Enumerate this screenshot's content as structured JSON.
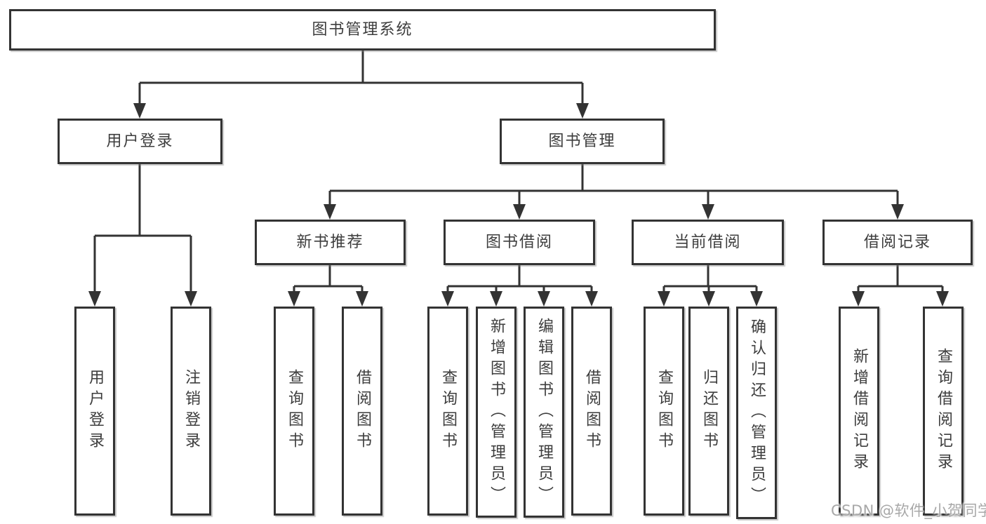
{
  "diagram": {
    "watermark": "CSDN @软件_小贺同学",
    "colors": {
      "line": "#333333",
      "box_border": "#333333",
      "box_background": "#ffffff",
      "text": "#3d3d3d",
      "watermark_text": "#a8a8a8"
    },
    "tree": {
      "label": "图书管理系统",
      "children": [
        {
          "label": "用户登录",
          "children": [
            {
              "label": "用户登录"
            },
            {
              "label": "注销登录"
            }
          ]
        },
        {
          "label": "图书管理",
          "children": [
            {
              "label": "新书推荐",
              "children": [
                {
                  "label": "查询图书"
                },
                {
                  "label": "借阅图书"
                }
              ]
            },
            {
              "label": "图书借阅",
              "children": [
                {
                  "label": "查询图书"
                },
                {
                  "label": "新增图书（管理员）"
                },
                {
                  "label": "编辑图书（管理员）"
                },
                {
                  "label": "借阅图书"
                }
              ]
            },
            {
              "label": "当前借阅",
              "children": [
                {
                  "label": "查询图书"
                },
                {
                  "label": "归还图书"
                },
                {
                  "label": "确认归还（管理员）"
                }
              ]
            },
            {
              "label": "借阅记录",
              "children": [
                {
                  "label": "新增借阅记录"
                },
                {
                  "label": "查询借阅记录"
                }
              ]
            }
          ]
        }
      ]
    }
  }
}
